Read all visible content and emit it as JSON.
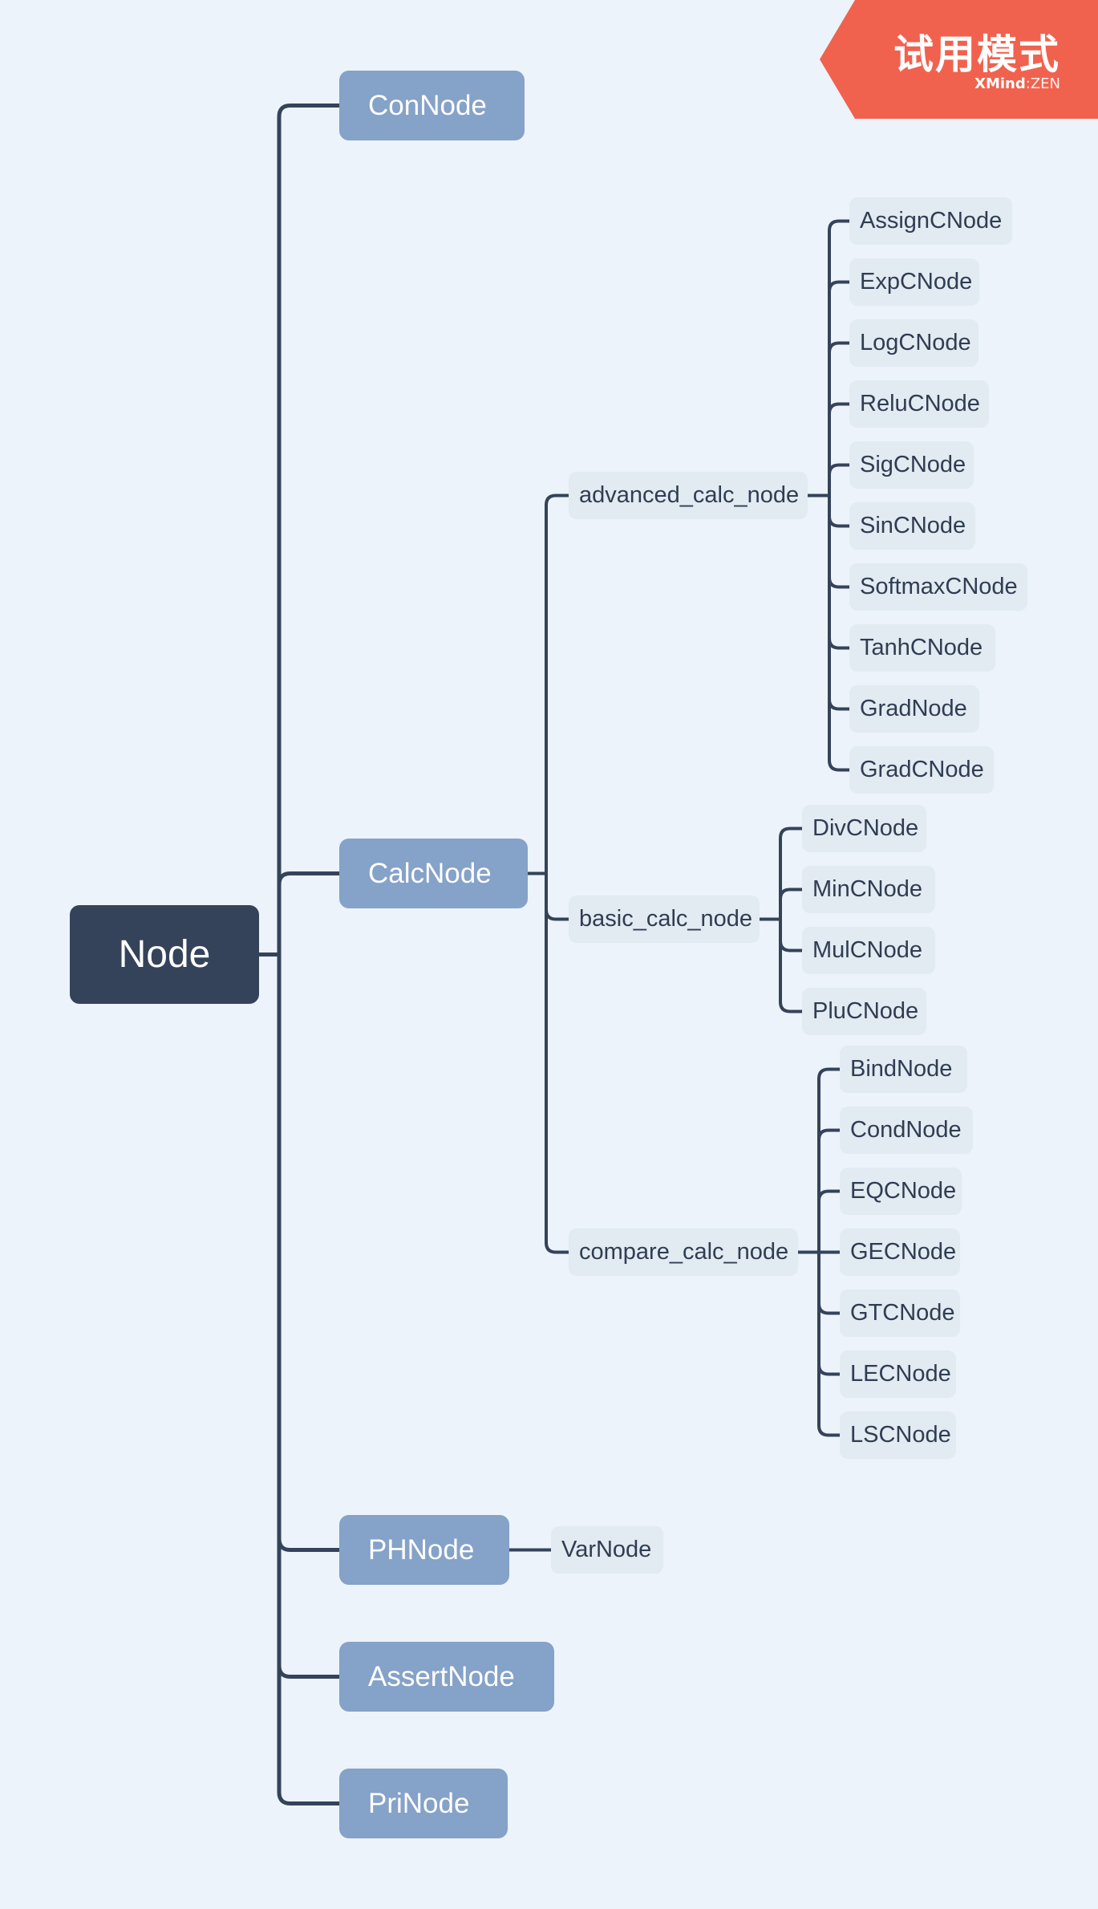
{
  "colors": {
    "background": "#ecf3fa",
    "root_fill": "#34435a",
    "branch_fill": "#85a2c8",
    "leaf_fill": "#e2eaf2",
    "line": "#34435a",
    "badge": "#f1624e"
  },
  "badge": {
    "title": "试用模式",
    "brand_bold": "XMind",
    "brand_sep": ":",
    "brand_light": "ZEN"
  },
  "root": {
    "label": "Node"
  },
  "branches": [
    {
      "label": "ConNode"
    },
    {
      "label": "CalcNode"
    },
    {
      "label": "PHNode"
    },
    {
      "label": "AssertNode"
    },
    {
      "label": "PriNode"
    }
  ],
  "calc_groups": [
    {
      "label": "advanced_calc_node",
      "children": [
        "AssignCNode",
        "ExpCNode",
        "LogCNode",
        "ReluCNode",
        "SigCNode",
        "SinCNode",
        "SoftmaxCNode",
        "TanhCNode",
        "GradNode",
        "GradCNode"
      ]
    },
    {
      "label": "basic_calc_node",
      "children": [
        "DivCNode",
        "MinCNode",
        "MulCNode",
        "PluCNode"
      ]
    },
    {
      "label": "compare_calc_node",
      "children": [
        "BindNode",
        "CondNode",
        "EQCNode",
        "GECNode",
        "GTCNode",
        "LECNode",
        "LSCNode"
      ]
    }
  ],
  "ph_children": [
    "VarNode"
  ]
}
